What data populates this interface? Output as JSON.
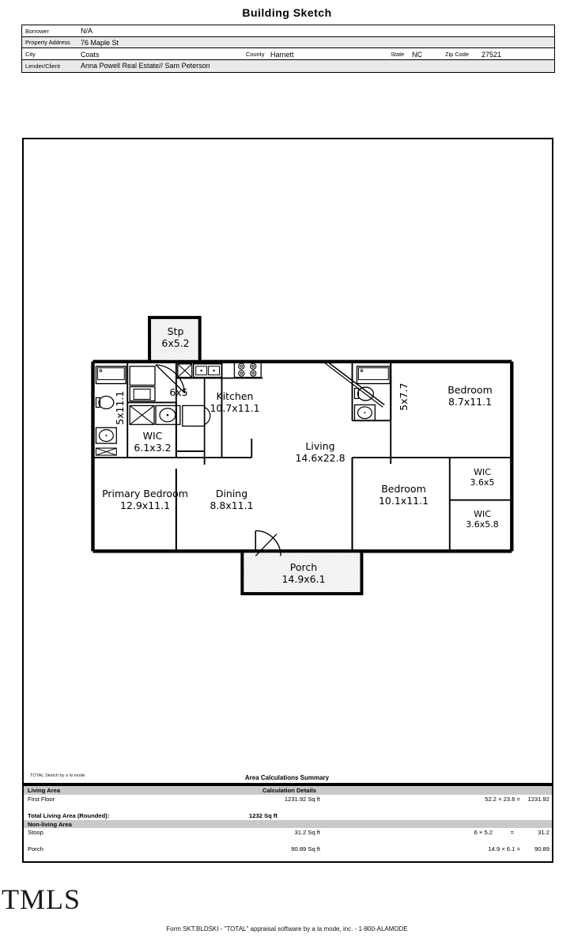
{
  "document": {
    "title": "Building Sketch",
    "form_footer": "Form SKT.BLDSKI - \"TOTAL\" appraisal software by a la mode, inc. - 1-800-ALAMODE",
    "logo_text": "TMLS",
    "sketch_credit": "TOTAL Sketch by a la mode"
  },
  "header": {
    "rows": [
      {
        "label": "Borrower",
        "value": "N/A"
      },
      {
        "label": "Property Address",
        "value": "76 Maple St"
      },
      {
        "label": "City",
        "value": "Coats",
        "label2": "County",
        "value2": "Harnett",
        "label3": "State",
        "value3": "NC",
        "label4": "Zip Code",
        "value4": "27521"
      },
      {
        "label": "Lender/Client",
        "value": "Anna Powell Real Estate// Sam Peterson"
      }
    ]
  },
  "floor_plan": {
    "rooms": [
      {
        "name": "Stp",
        "dim": "6x5.2"
      },
      {
        "name": "",
        "dim": "6x5"
      },
      {
        "name": "",
        "dim": "5x11.1"
      },
      {
        "name": "WIC",
        "dim": "6.1x3.2"
      },
      {
        "name": "Kitchen",
        "dim": "10.7x11.1"
      },
      {
        "name": "Living",
        "dim": "14.6x22.8"
      },
      {
        "name": "Primary Bedroom",
        "dim": "12.9x11.1"
      },
      {
        "name": "Dining",
        "dim": "8.8x11.1"
      },
      {
        "name": "Porch",
        "dim": "14.9x6.1"
      },
      {
        "name": "",
        "dim": "5x7.7"
      },
      {
        "name": "Bedroom",
        "dim": "8.7x11.1"
      },
      {
        "name": "Bedroom",
        "dim": "10.1x11.1"
      },
      {
        "name": "WIC",
        "dim": "3.6x5"
      },
      {
        "name": "WIC",
        "dim": "3.6x5.8"
      }
    ]
  },
  "area_summary": {
    "title": "Area Calculations Summary",
    "col_living_area": "Living Area",
    "col_calc_details": "Calculation Details",
    "living_rows": [
      {
        "name": "First Floor",
        "amount": "1231.92 Sq ft",
        "calc": "52.2 × 23.6 =",
        "result": "1231.92"
      }
    ],
    "total_label": "Total Living Area (Rounded):",
    "total_value": "1232 Sq ft",
    "nonliving_header": "Non-living Area",
    "nonliving_rows": [
      {
        "name": "Stoop",
        "amount": "31.2 Sq ft",
        "calc": "6 × 5.2",
        "eq": "=",
        "result": "31.2"
      },
      {
        "name": "Porch",
        "amount": "90.89 Sq ft",
        "calc": "14.9 × 6.1 =",
        "eq": "",
        "result": "90.89"
      }
    ]
  }
}
